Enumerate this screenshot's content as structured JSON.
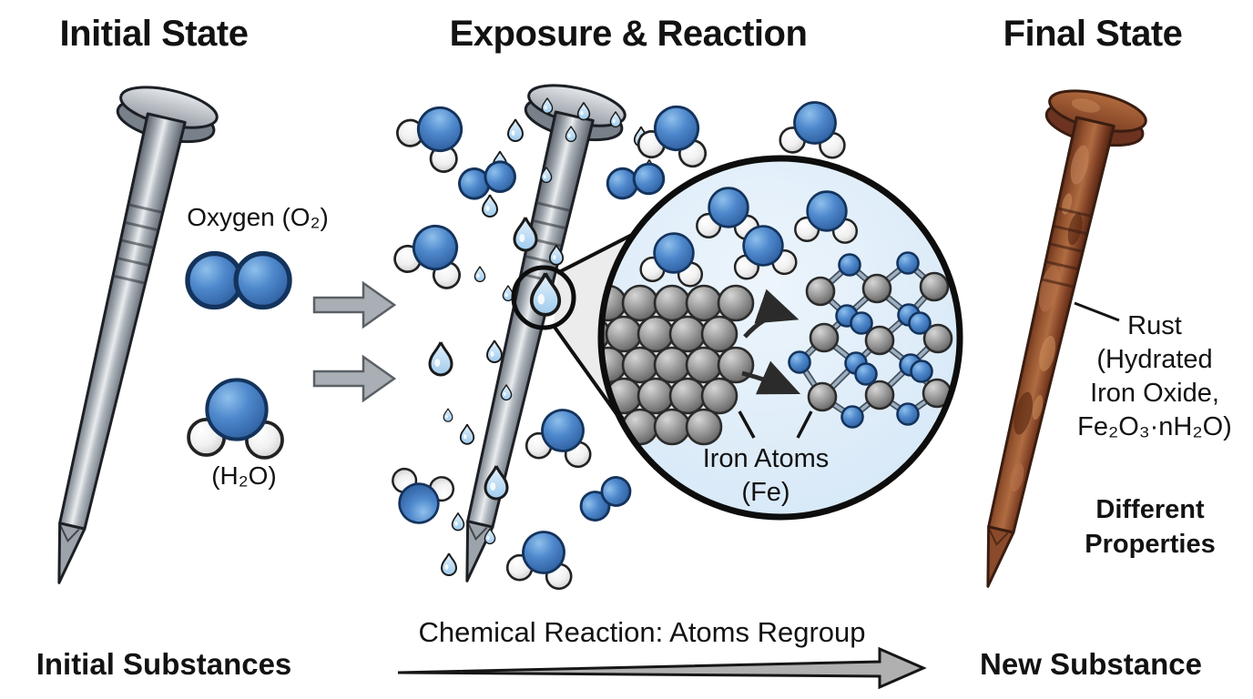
{
  "panels": {
    "left": {
      "title": "Initial State",
      "oxygen_label": "Oxygen (O₂)",
      "water_label": "(H₂O)",
      "footer": "Initial Substances"
    },
    "center": {
      "title": "Exposure & Reaction",
      "inset_label_line1": "Iron Atoms",
      "inset_label_line2": "(Fe)",
      "caption": "Chemical Reaction: Atoms Regroup"
    },
    "right": {
      "title": "Final State",
      "rust_lines": [
        "Rust",
        "(Hydrated",
        "Iron Oxide,",
        "Fe₂O₃·nH₂O)"
      ],
      "properties_line1": "Different",
      "properties_line2": "Properties",
      "footer": "New Substance"
    }
  },
  "colors": {
    "molecule_blue": "#3E79BE",
    "molecule_white": "#F2F2F2",
    "iron_gray": "#8F8F8F",
    "rust_brown": "#8A4A2B",
    "inset_fill": "#DCEBF8",
    "arrow_gray": "#ABABAB",
    "droplet_blue": "#BBDCF2",
    "outline_black": "#121212"
  }
}
